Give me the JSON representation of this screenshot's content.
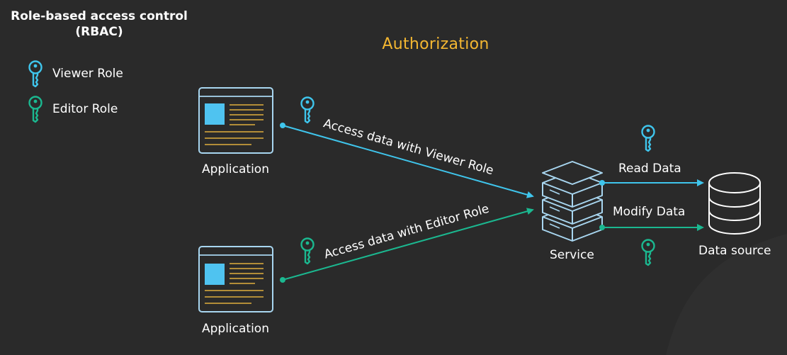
{
  "legend": {
    "title_line1": "Role-based access control",
    "title_line2": "(RBAC)",
    "items": [
      {
        "label": "Viewer Role",
        "icon": "key-icon",
        "color": "#3fc5ec"
      },
      {
        "label": "Editor Role",
        "icon": "key-icon",
        "color": "#1bb890"
      }
    ]
  },
  "title": "Authorization",
  "nodes": {
    "app_top": "Application",
    "app_bottom": "Application",
    "service": "Service",
    "datasource": "Data source"
  },
  "edges": {
    "viewer": "Access data with Viewer Role",
    "editor": "Access data with Editor Role",
    "read": "Read Data",
    "modify": "Modify Data"
  },
  "colors": {
    "background": "#2a2a2a",
    "viewer": "#3fc5ec",
    "editor": "#1bb890",
    "title": "#f4b731",
    "node_outline": "#a8d6f0",
    "doc_lines": "#e0ae3c"
  }
}
